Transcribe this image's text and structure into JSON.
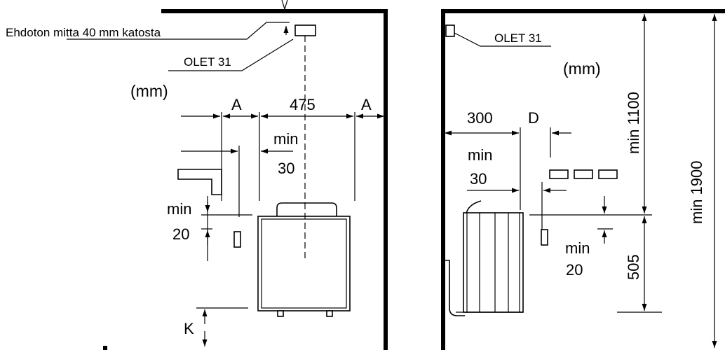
{
  "left_view": {
    "callout_absolute": "Ehdoton mitta 40 mm katosta",
    "callout_sensor": "OLET 31",
    "units": "(mm)",
    "dim_a_left": "A",
    "dim_width": "475",
    "dim_a_right": "A",
    "dim_min_30_top": "min",
    "dim_min_30_value": "30",
    "dim_min_20_top": "min",
    "dim_min_20_value": "20",
    "dim_k": "K"
  },
  "right_view": {
    "callout_sensor": "OLET 31",
    "units": "(mm)",
    "dim_300": "300",
    "dim_d": "D",
    "dim_min_30_top": "min",
    "dim_min_30_value": "30",
    "dim_min_1100": "min 1100",
    "dim_min_1900": "min 1900",
    "dim_505": "505",
    "dim_min_20_top": "min",
    "dim_min_20_value": "20"
  }
}
